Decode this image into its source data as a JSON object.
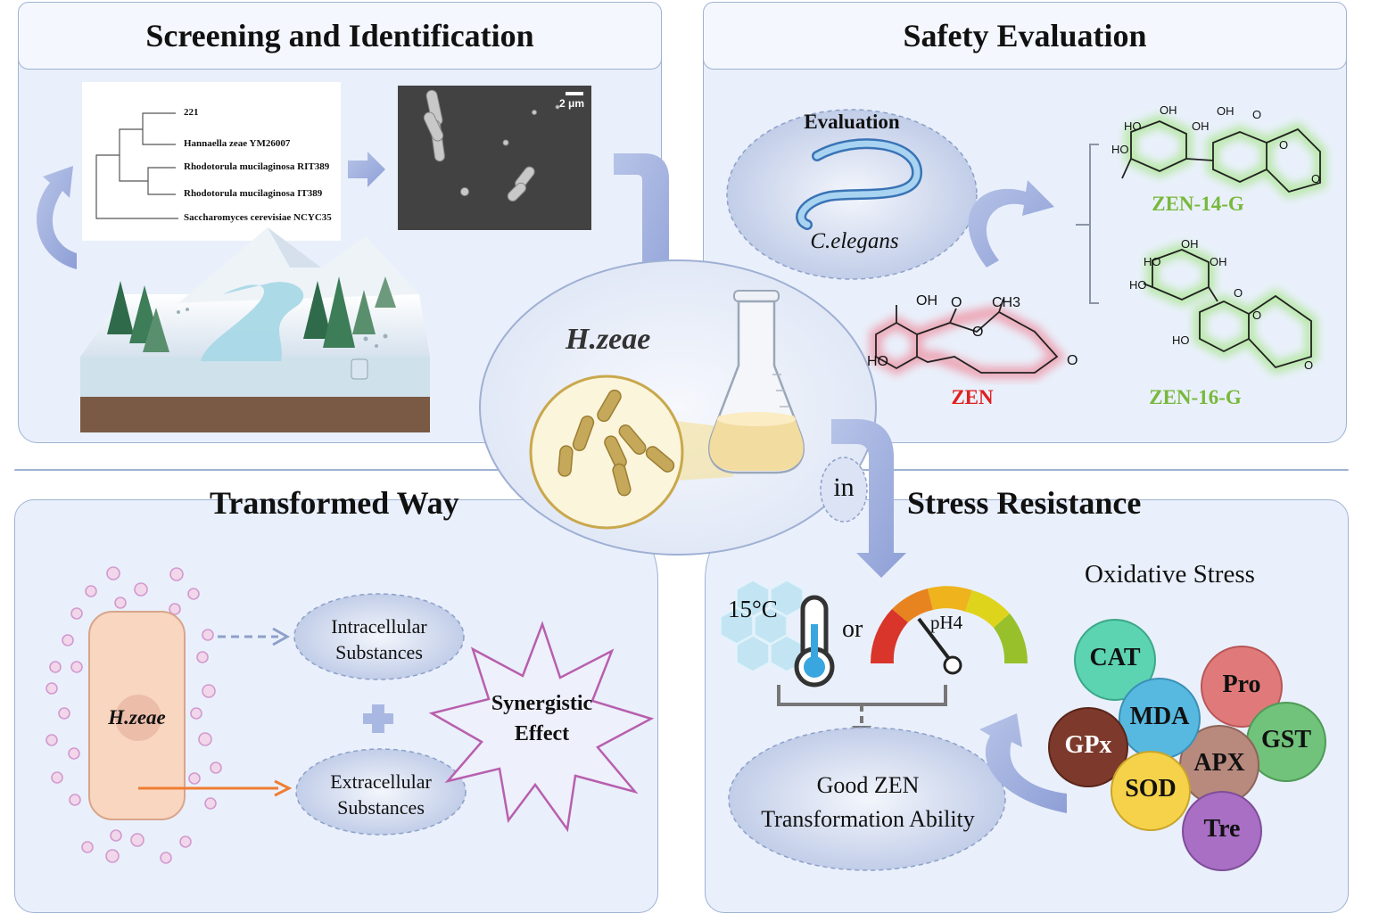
{
  "panels": {
    "screening": {
      "title": "Screening and Identification"
    },
    "safety": {
      "title": "Safety Evaluation"
    },
    "transformed": {
      "title": "Transformed Way"
    },
    "stress": {
      "title": "Stress Resistance"
    }
  },
  "phylo": {
    "taxa": [
      "221",
      "Hannaella zeae YM26007",
      "Rhodotorula mucilaginosa RIT389",
      "Rhodotorula mucilaginosa IT389",
      "Saccharomyces cerevisiae NCYC35"
    ]
  },
  "sem": {
    "scale_label": "2 μm"
  },
  "center": {
    "organism": "H.zeae",
    "connector": "in"
  },
  "safety": {
    "evaluation_label": "Evaluation",
    "organism": "C.elegans",
    "zen_label": "ZEN",
    "product1": "ZEN-14-G",
    "product2": "ZEN-16-G",
    "chem": {
      "oh": "OH",
      "ho": "HO",
      "o": "O",
      "ch3": "CH3"
    }
  },
  "transformed": {
    "cell_label": "H.zeae",
    "intracellular_l1": "Intracellular",
    "intracellular_l2": "Substances",
    "extracellular_l1": "Extracellular",
    "extracellular_l2": "Substances",
    "synergy_l1": "Synergistic",
    "synergy_l2": "Effect"
  },
  "stress": {
    "temperature": "15°C",
    "or_label": "or",
    "ph_label": "pH4",
    "result_l1": "Good ZEN",
    "result_l2": "Transformation Ability",
    "oxidative_title": "Oxidative Stress",
    "markers": [
      "CAT",
      "Pro",
      "MDA",
      "GPx",
      "GST",
      "APX",
      "SOD",
      "Tre"
    ]
  },
  "colors": {
    "panel_bg": "#e9f0fb",
    "panel_border": "#9fb2d3",
    "arrow": "#9fb0dc",
    "zen_red": "#e02020",
    "product_green": "#78b83c",
    "orange_arrow": "#ef7d33",
    "cat": "#5cd3b1",
    "pro": "#e07a7a",
    "mda": "#57b8e0",
    "gpx": "#7d3a2c",
    "gst": "#71c27a",
    "apx": "#b88a7e",
    "sod": "#f6d24a",
    "tre": "#a96fc4"
  }
}
